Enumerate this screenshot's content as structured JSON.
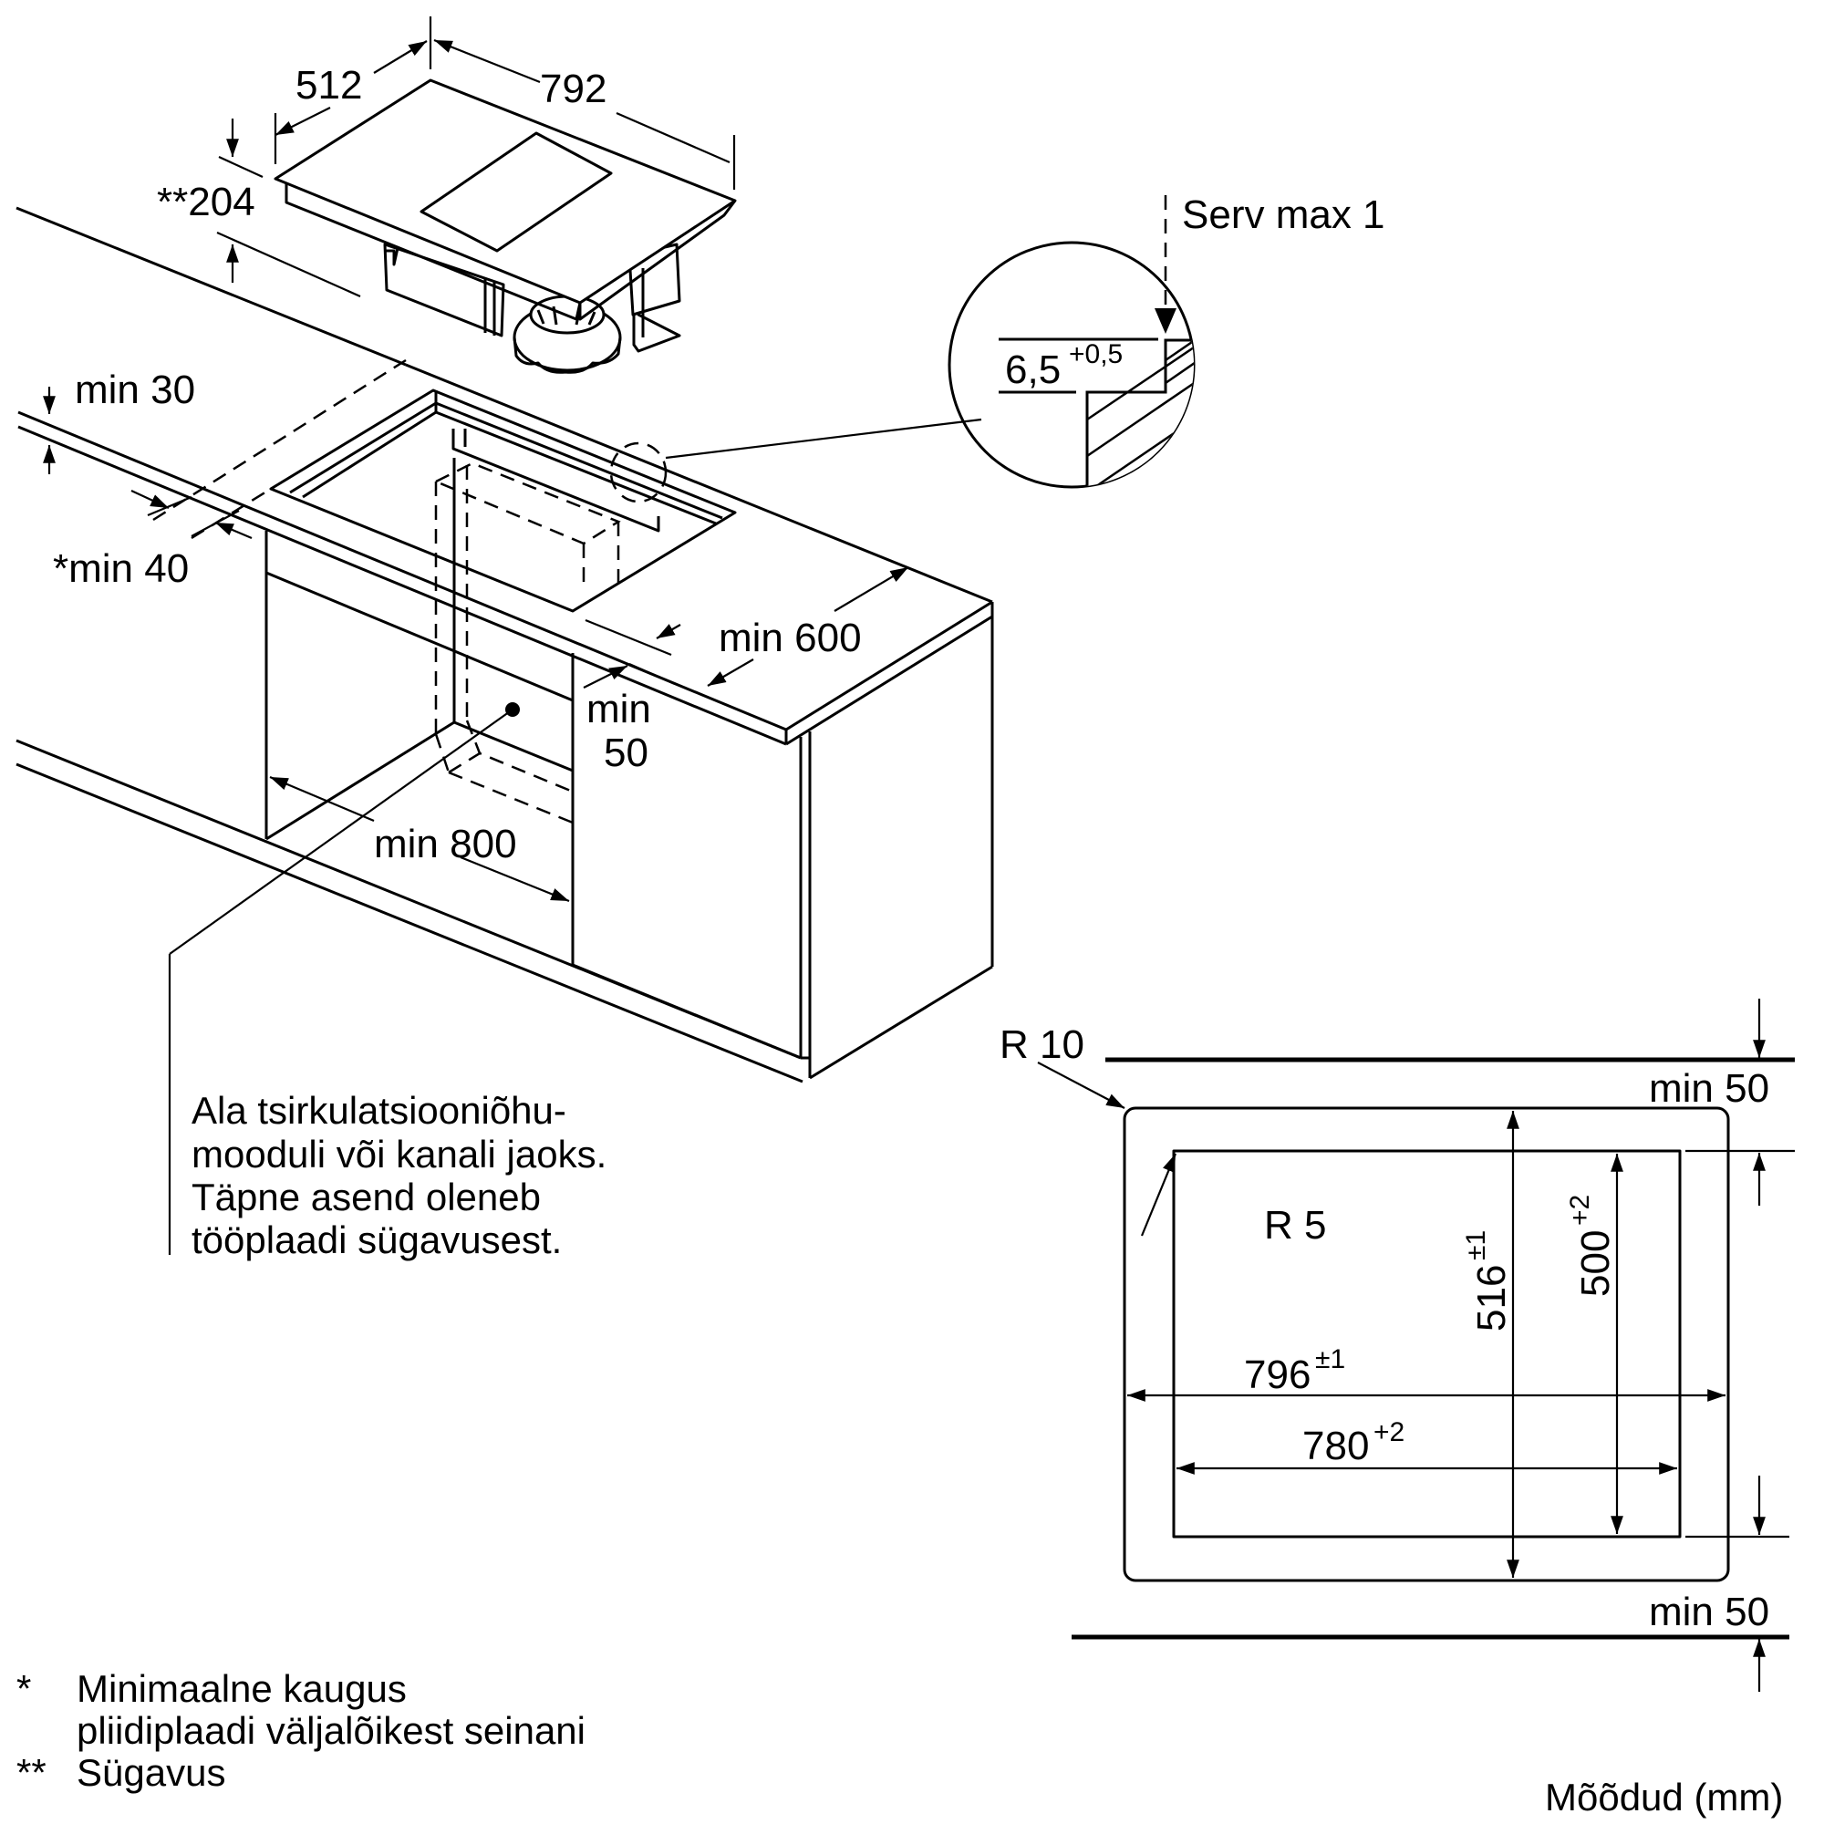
{
  "hob_dimensions": {
    "depth": "512",
    "width": "792",
    "height_label": "**204"
  },
  "worktop_clearances": {
    "top_thickness": "min 30",
    "wall_distance": "*min 40",
    "worktop_depth": "min 600",
    "front_edge": [
      "min",
      "50"
    ],
    "cabinet_width": "min 800"
  },
  "detail_circle": {
    "edge_label": "Serv max 1",
    "rebate_value": "6,5",
    "rebate_tolerance": "+0,5"
  },
  "callout_note": [
    "Ala tsirkulatsiooniõhu-",
    "mooduli või kanali jaoks.",
    "Täpne asend oleneb",
    "tööplaadi sügavusest."
  ],
  "cutout_plan": {
    "outer_radius": "R 10",
    "inner_radius": "R 5",
    "top_margin": "min 50",
    "bottom_margin": "min 50",
    "outer_width": "796",
    "outer_width_tol": "±1",
    "inner_width": "780",
    "inner_width_tol": "+2",
    "outer_depth": "516",
    "outer_depth_tol": "±1",
    "inner_depth": "500",
    "inner_depth_tol": "+2"
  },
  "footnotes": [
    {
      "marker": "*",
      "lines": [
        "Minimaalne kaugus",
        "pliidiplaadi väljalõikest seinani"
      ]
    },
    {
      "marker": "**",
      "lines": [
        "Sügavus"
      ]
    }
  ],
  "units_label": "Mõõdud (mm)"
}
